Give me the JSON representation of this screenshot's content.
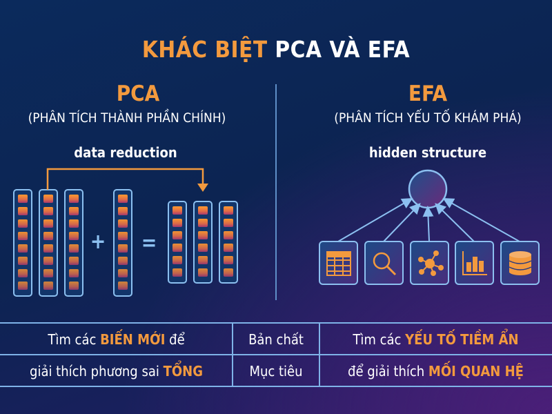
{
  "title": {
    "highlight": "KHÁC BIỆT",
    "rest": "PCA VÀ EFA"
  },
  "pca": {
    "name": "PCA",
    "subtitle": "(PHÂN TÍCH THÀNH PHẦN CHÍNH)",
    "keyword": "data reduction",
    "operators": {
      "plus": "+",
      "equals": "="
    }
  },
  "efa": {
    "name": "EFA",
    "subtitle": "(PHÂN TÍCH YẾU TỐ KHÁM PHÁ)",
    "keyword": "hidden structure",
    "icons": [
      "table-icon",
      "search-icon",
      "network-icon",
      "bar-chart-icon",
      "database-icon"
    ]
  },
  "table": {
    "rows": [
      {
        "pca": {
          "pre": "Tìm các ",
          "hl": "BIẾN MỚI",
          "post": " để"
        },
        "label": "Bản chất",
        "efa": {
          "pre": "Tìm các ",
          "hl": "YẾU TỐ TIỀM ẨN",
          "post": ""
        }
      },
      {
        "pca": {
          "pre": "giải thích phương sai ",
          "hl": "TỔNG",
          "post": ""
        },
        "label": "Mục tiêu",
        "efa": {
          "pre": "để giải thích ",
          "hl": "MỐI QUAN HỆ",
          "post": ""
        }
      }
    ]
  },
  "colors": {
    "accent": "#f39a3e",
    "line": "#7fb3e8",
    "background": "#0c2452"
  }
}
